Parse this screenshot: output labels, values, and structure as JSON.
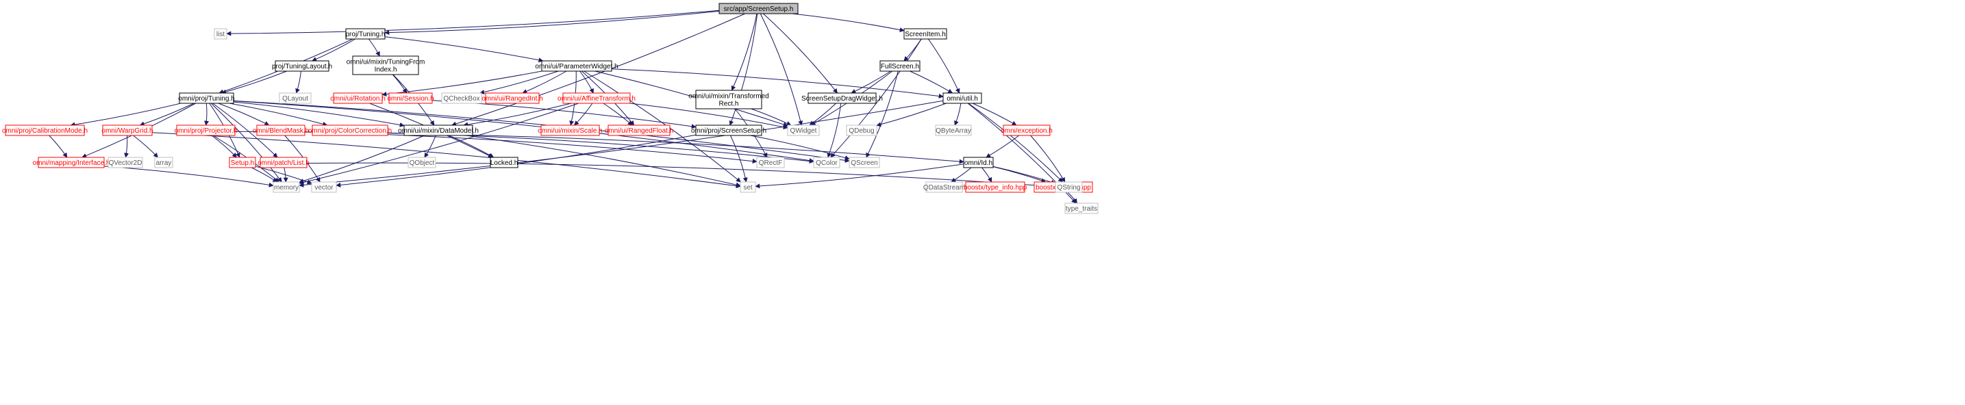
{
  "diagram": {
    "nodes": [
      {
        "id": "root",
        "lines": [
          "src/app/ScreenSetup.h"
        ],
        "style": "root"
      },
      {
        "id": "list",
        "lines": [
          "list"
        ],
        "style": "gray"
      },
      {
        "id": "projTuning",
        "lines": [
          "proj/Tuning.h"
        ],
        "style": "black"
      },
      {
        "id": "screenItem",
        "lines": [
          "ScreenItem.h"
        ],
        "style": "black"
      },
      {
        "id": "tuningLayout",
        "lines": [
          "proj/TuningLayout.h"
        ],
        "style": "black"
      },
      {
        "id": "tuningFromIndex",
        "lines": [
          "omni/ui/mixin/TuningFrom",
          "Index.h"
        ],
        "style": "black"
      },
      {
        "id": "paramWidget",
        "lines": [
          "omni/ui/ParameterWidget.h"
        ],
        "style": "black"
      },
      {
        "id": "fullScreen",
        "lines": [
          "FullScreen.h"
        ],
        "style": "black"
      },
      {
        "id": "qlayout",
        "lines": [
          "QLayout"
        ],
        "style": "gray"
      },
      {
        "id": "rotation",
        "lines": [
          "omni/ui/Rotation.h"
        ],
        "style": "red"
      },
      {
        "id": "session",
        "lines": [
          "omni/Session.h"
        ],
        "style": "red"
      },
      {
        "id": "qcheckbox",
        "lines": [
          "QCheckBox"
        ],
        "style": "gray"
      },
      {
        "id": "rangedInt",
        "lines": [
          "omni/ui/RangedInt.h"
        ],
        "style": "red"
      },
      {
        "id": "affine",
        "lines": [
          "omni/ui/AffineTransform.h"
        ],
        "style": "red"
      },
      {
        "id": "transformedRect",
        "lines": [
          "omni/ui/mixin/Transformed",
          "Rect.h"
        ],
        "style": "black"
      },
      {
        "id": "dragWidget",
        "lines": [
          "ScreenSetupDragWidget.h"
        ],
        "style": "black"
      },
      {
        "id": "util",
        "lines": [
          "omni/util.h"
        ],
        "style": "black"
      },
      {
        "id": "omniTuning",
        "lines": [
          "omni/proj/Tuning.h"
        ],
        "style": "black"
      },
      {
        "id": "calibMode",
        "lines": [
          "omni/proj/CalibrationMode.h"
        ],
        "style": "red"
      },
      {
        "id": "warpGrid",
        "lines": [
          "omni/WarpGrid.h"
        ],
        "style": "red"
      },
      {
        "id": "projector",
        "lines": [
          "omni/proj/Projector.h"
        ],
        "style": "red"
      },
      {
        "id": "blendMask",
        "lines": [
          "omni/BlendMask.h"
        ],
        "style": "red"
      },
      {
        "id": "colorCorr",
        "lines": [
          "omni/proj/ColorCorrection.h"
        ],
        "style": "red"
      },
      {
        "id": "dataModel",
        "lines": [
          "omni/ui/mixin/DataModel.h"
        ],
        "style": "black"
      },
      {
        "id": "scale",
        "lines": [
          "omni/ui/mixin/Scale.h"
        ],
        "style": "red"
      },
      {
        "id": "rangedFloat",
        "lines": [
          "omni/ui/RangedFloat.h"
        ],
        "style": "red"
      },
      {
        "id": "omniScreenSetup",
        "lines": [
          "omni/proj/ScreenSetup.h"
        ],
        "style": "black"
      },
      {
        "id": "qwidget",
        "lines": [
          "QWidget"
        ],
        "style": "gray"
      },
      {
        "id": "qdebug",
        "lines": [
          "QDebug"
        ],
        "style": "gray"
      },
      {
        "id": "qbytearray",
        "lines": [
          "QByteArray"
        ],
        "style": "gray"
      },
      {
        "id": "exception",
        "lines": [
          "omni/exception.h"
        ],
        "style": "red"
      },
      {
        "id": "mappingInterface",
        "lines": [
          "omni/mapping/Interface.h"
        ],
        "style": "red"
      },
      {
        "id": "qvector2d",
        "lines": [
          "QVector2D"
        ],
        "style": "gray"
      },
      {
        "id": "array",
        "lines": [
          "array"
        ],
        "style": "gray"
      },
      {
        "id": "setupH",
        "lines": [
          "Setup.h"
        ],
        "style": "red"
      },
      {
        "id": "patchList",
        "lines": [
          "omni/patch/List.h"
        ],
        "style": "red"
      },
      {
        "id": "qrectf",
        "lines": [
          "QRectF"
        ],
        "style": "gray"
      },
      {
        "id": "qobject",
        "lines": [
          "QObject"
        ],
        "style": "gray"
      },
      {
        "id": "locked",
        "lines": [
          "Locked.h"
        ],
        "style": "black"
      },
      {
        "id": "qcolor",
        "lines": [
          "QColor"
        ],
        "style": "gray"
      },
      {
        "id": "qscreen",
        "lines": [
          "QScreen"
        ],
        "style": "gray"
      },
      {
        "id": "omniId",
        "lines": [
          "omni/Id.h"
        ],
        "style": "black"
      },
      {
        "id": "memory",
        "lines": [
          "memory"
        ],
        "style": "gray"
      },
      {
        "id": "vector",
        "lines": [
          "vector"
        ],
        "style": "gray"
      },
      {
        "id": "set",
        "lines": [
          "set"
        ],
        "style": "gray"
      },
      {
        "id": "qdatastream",
        "lines": [
          "QDataStream"
        ],
        "style": "gray"
      },
      {
        "id": "typeInfo",
        "lines": [
          "boostx/type_info.hpp"
        ],
        "style": "red"
      },
      {
        "id": "factory",
        "lines": [
          "boostx/factory.hpp"
        ],
        "style": "red"
      },
      {
        "id": "qstring",
        "lines": [
          "QString"
        ],
        "style": "gray"
      },
      {
        "id": "typeTraits",
        "lines": [
          "type_traits"
        ],
        "style": "gray"
      }
    ],
    "edges": [
      [
        "root",
        "list"
      ],
      [
        "root",
        "projTuning"
      ],
      [
        "root",
        "screenItem"
      ],
      [
        "root",
        "transformedRect"
      ],
      [
        "root",
        "dragWidget"
      ],
      [
        "root",
        "qwidget"
      ],
      [
        "root",
        "omniScreenSetup"
      ],
      [
        "root",
        "dataModel"
      ],
      [
        "projTuning",
        "tuningLayout"
      ],
      [
        "projTuning",
        "tuningFromIndex"
      ],
      [
        "projTuning",
        "paramWidget"
      ],
      [
        "projTuning",
        "omniTuning"
      ],
      [
        "tuningLayout",
        "qlayout"
      ],
      [
        "tuningLayout",
        "omniTuning"
      ],
      [
        "tuningFromIndex",
        "session"
      ],
      [
        "tuningFromIndex",
        "dataModel"
      ],
      [
        "paramWidget",
        "rotation"
      ],
      [
        "paramWidget",
        "qcheckbox"
      ],
      [
        "paramWidget",
        "rangedInt"
      ],
      [
        "paramWidget",
        "affine"
      ],
      [
        "paramWidget",
        "scale"
      ],
      [
        "paramWidget",
        "rangedFloat"
      ],
      [
        "paramWidget",
        "util"
      ],
      [
        "paramWidget",
        "qwidget"
      ],
      [
        "paramWidget",
        "set"
      ],
      [
        "screenItem",
        "fullScreen"
      ],
      [
        "screenItem",
        "util"
      ],
      [
        "screenItem",
        "qcolor"
      ],
      [
        "fullScreen",
        "dragWidget"
      ],
      [
        "fullScreen",
        "util"
      ],
      [
        "fullScreen",
        "qwidget"
      ],
      [
        "fullScreen",
        "qscreen"
      ],
      [
        "dragWidget",
        "qwidget"
      ],
      [
        "dragWidget",
        "qcolor"
      ],
      [
        "transformedRect",
        "qwidget"
      ],
      [
        "transformedRect",
        "qrectf"
      ],
      [
        "rotation",
        "locked"
      ],
      [
        "session",
        "omniScreenSetup"
      ],
      [
        "affine",
        "dataModel"
      ],
      [
        "affine",
        "scale"
      ],
      [
        "affine",
        "rangedFloat"
      ],
      [
        "affine",
        "qwidget"
      ],
      [
        "affine",
        "memory"
      ],
      [
        "util",
        "qdebug"
      ],
      [
        "util",
        "qbytearray"
      ],
      [
        "util",
        "exception"
      ],
      [
        "util",
        "qstring"
      ],
      [
        "util",
        "typeTraits"
      ],
      [
        "util",
        "memory"
      ],
      [
        "exception",
        "omniId"
      ],
      [
        "exception",
        "qstring"
      ],
      [
        "omniTuning",
        "calibMode"
      ],
      [
        "omniTuning",
        "warpGrid"
      ],
      [
        "omniTuning",
        "projector"
      ],
      [
        "omniTuning",
        "blendMask"
      ],
      [
        "omniTuning",
        "colorCorr"
      ],
      [
        "omniTuning",
        "dataModel"
      ],
      [
        "omniTuning",
        "mappingInterface"
      ],
      [
        "omniTuning",
        "setupH"
      ],
      [
        "omniTuning",
        "patchList"
      ],
      [
        "omniTuning",
        "memory"
      ],
      [
        "omniTuning",
        "qcolor"
      ],
      [
        "omniTuning",
        "qscreen"
      ],
      [
        "calibMode",
        "mappingInterface"
      ],
      [
        "warpGrid",
        "qvector2d"
      ],
      [
        "warpGrid",
        "array"
      ],
      [
        "warpGrid",
        "set"
      ],
      [
        "projector",
        "setupH"
      ],
      [
        "projector",
        "memory"
      ],
      [
        "projector",
        "omniId"
      ],
      [
        "blendMask",
        "qrectf"
      ],
      [
        "blendMask",
        "vector"
      ],
      [
        "colorCorr",
        "qcolor"
      ],
      [
        "dataModel",
        "qobject"
      ],
      [
        "dataModel",
        "locked"
      ],
      [
        "dataModel",
        "memory"
      ],
      [
        "dataModel",
        "set"
      ],
      [
        "omniScreenSetup",
        "set"
      ],
      [
        "omniScreenSetup",
        "qscreen"
      ],
      [
        "omniScreenSetup",
        "vector"
      ],
      [
        "mappingInterface",
        "memory"
      ],
      [
        "setupH",
        "memory"
      ],
      [
        "setupH",
        "vector"
      ],
      [
        "patchList",
        "memory"
      ],
      [
        "patchList",
        "qstring"
      ],
      [
        "omniId",
        "set"
      ],
      [
        "omniId",
        "qdatastream"
      ],
      [
        "omniId",
        "typeInfo"
      ],
      [
        "omniId",
        "factory"
      ],
      [
        "omniId",
        "qstring"
      ],
      [
        "factory",
        "typeTraits"
      ]
    ]
  }
}
